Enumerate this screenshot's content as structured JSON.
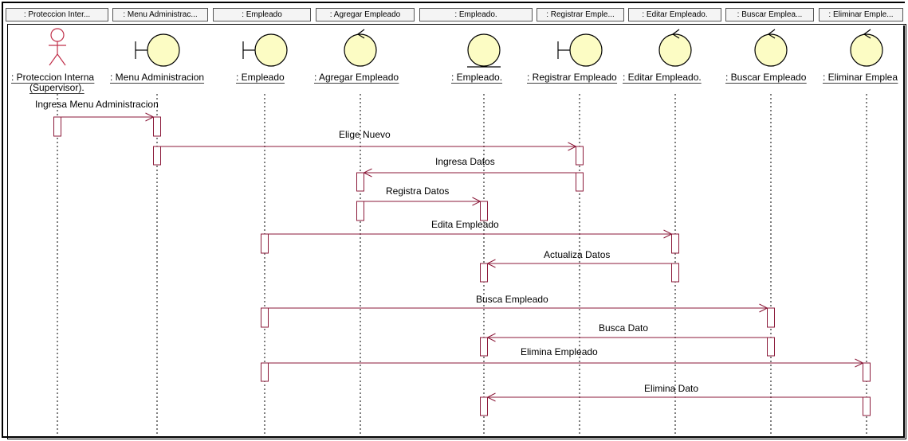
{
  "header": {
    "tabs": [
      ": Proteccion Inter...",
      ": Menu Administrac...",
      ": Empleado",
      ": Agregar Empleado",
      ": Empleado.",
      ": Registrar Emple...",
      ": Editar Empleado.",
      ": Buscar Emplea...",
      ": Eliminar Emple..."
    ]
  },
  "lifelines": [
    {
      "id": "proteccion",
      "kind": "actor",
      "label": ": Proteccion Interna",
      "label2": "(Supervisor)."
    },
    {
      "id": "menu",
      "kind": "boundary",
      "label": ": Menu Administracion"
    },
    {
      "id": "empleado",
      "kind": "boundary",
      "label": ": Empleado"
    },
    {
      "id": "agregar",
      "kind": "control",
      "label": ": Agregar Empleado"
    },
    {
      "id": "empleado2",
      "kind": "entity",
      "label": ": Empleado."
    },
    {
      "id": "registrar",
      "kind": "boundary",
      "label": ": Registrar Empleado"
    },
    {
      "id": "editar",
      "kind": "control",
      "label": ": Editar Empleado."
    },
    {
      "id": "buscar",
      "kind": "control",
      "label": ": Buscar Empleado"
    },
    {
      "id": "eliminar",
      "kind": "control",
      "label": ": Eliminar Emplea"
    }
  ],
  "messages": [
    {
      "text": "Ingresa Menu Administracion",
      "from": "proteccion",
      "to": "menu"
    },
    {
      "text": "Elige Nuevo",
      "from": "menu",
      "to": "registrar"
    },
    {
      "text": "Ingresa Datos",
      "from": "registrar",
      "to": "agregar"
    },
    {
      "text": "Registra Datos",
      "from": "agregar",
      "to": "empleado2"
    },
    {
      "text": "Edita Empleado",
      "from": "empleado",
      "to": "editar"
    },
    {
      "text": "Actualiza Datos",
      "from": "editar",
      "to": "empleado2"
    },
    {
      "text": "Busca Empleado",
      "from": "empleado",
      "to": "buscar"
    },
    {
      "text": "Busca Dato",
      "from": "buscar",
      "to": "empleado2"
    },
    {
      "text": "Elimina Empleado",
      "from": "empleado",
      "to": "eliminar"
    },
    {
      "text": "Elimina Dato",
      "from": "eliminar",
      "to": "empleado2"
    }
  ],
  "colors": {
    "message_line": "#8b1a3a",
    "object_fill": "#fcfcc4",
    "object_stroke": "#000000",
    "actor_stroke": "#c0304a"
  }
}
